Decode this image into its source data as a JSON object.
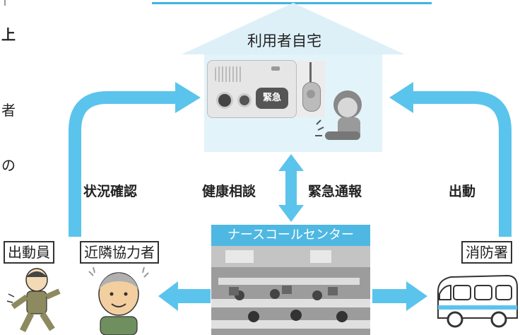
{
  "left_fragments": [
    "上",
    "者",
    "の"
  ],
  "house": {
    "title": "利用者自宅"
  },
  "center": {
    "title": "ナースコールセンター"
  },
  "labels": {
    "status_check": "状況確認",
    "health_consult": "健康相談",
    "emergency_call": "緊急通報",
    "dispatch": "出動"
  },
  "boxes": {
    "dispatcher": "出動員",
    "neighbor": "近隣協力者",
    "fire_station": "消防署"
  },
  "device": {
    "emergency_button": "緊急"
  },
  "colors": {
    "arrow": "#5bc4ec",
    "house_roof": "#ddf0f8",
    "house_body": "#e3f3fa",
    "center_header": "#4fb8e2",
    "top_bar": "#3fb3e4"
  }
}
